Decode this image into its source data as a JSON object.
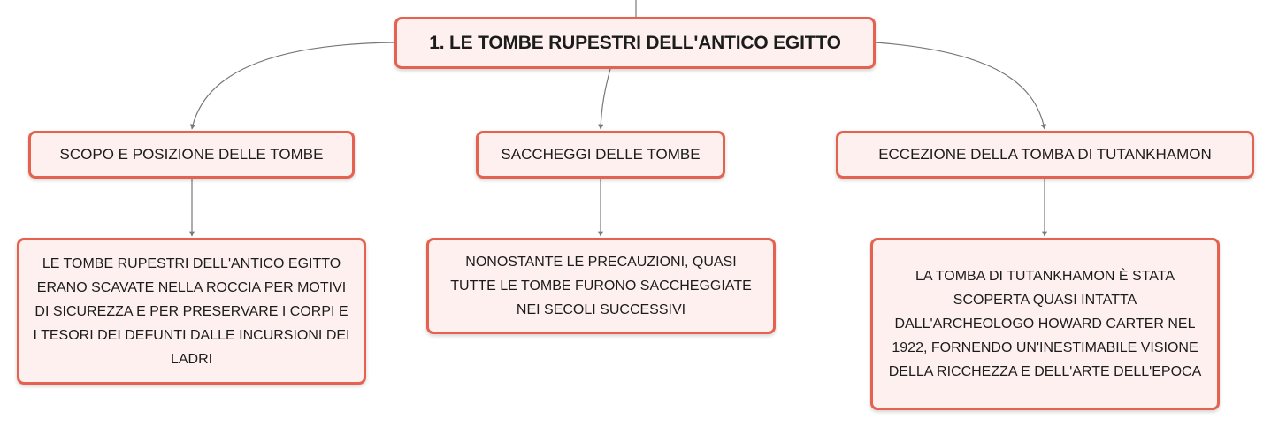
{
  "colors": {
    "node_border": "#e4624f",
    "node_fill": "#fdf0ee",
    "connector": "#777777",
    "text": "#1c1c1c"
  },
  "root": {
    "label": "1. LE TOMBE RUPESTRI DELL'ANTICO EGITTO"
  },
  "topics": [
    {
      "label": "SCOPO E POSIZIONE DELLE TOMBE",
      "detail": "LE TOMBE RUPESTRI DELL'ANTICO EGITTO ERANO SCAVATE NELLA ROCCIA PER MOTIVI DI SICUREZZA E PER PRESERVARE I CORPI E I TESORI DEI DEFUNTI DALLE INCURSIONI DEI LADRI"
    },
    {
      "label": "SACCHEGGI DELLE TOMBE",
      "detail": "NONOSTANTE LE PRECAUZIONI, QUASI TUTTE LE TOMBE FURONO SACCHEGGIATE NEI SECOLI SUCCESSIVI"
    },
    {
      "label": "ECCEZIONE DELLA TOMBA DI TUTANKHAMON",
      "detail": "LA TOMBA DI TUTANKHAMON È STATA SCOPERTA QUASI INTATTA DALL'ARCHEOLOGO HOWARD CARTER NEL 1922, FORNENDO UN'INESTIMABILE VISIONE DELLA RICCHEZZA E DELL'ARTE DELL'EPOCA"
    }
  ]
}
